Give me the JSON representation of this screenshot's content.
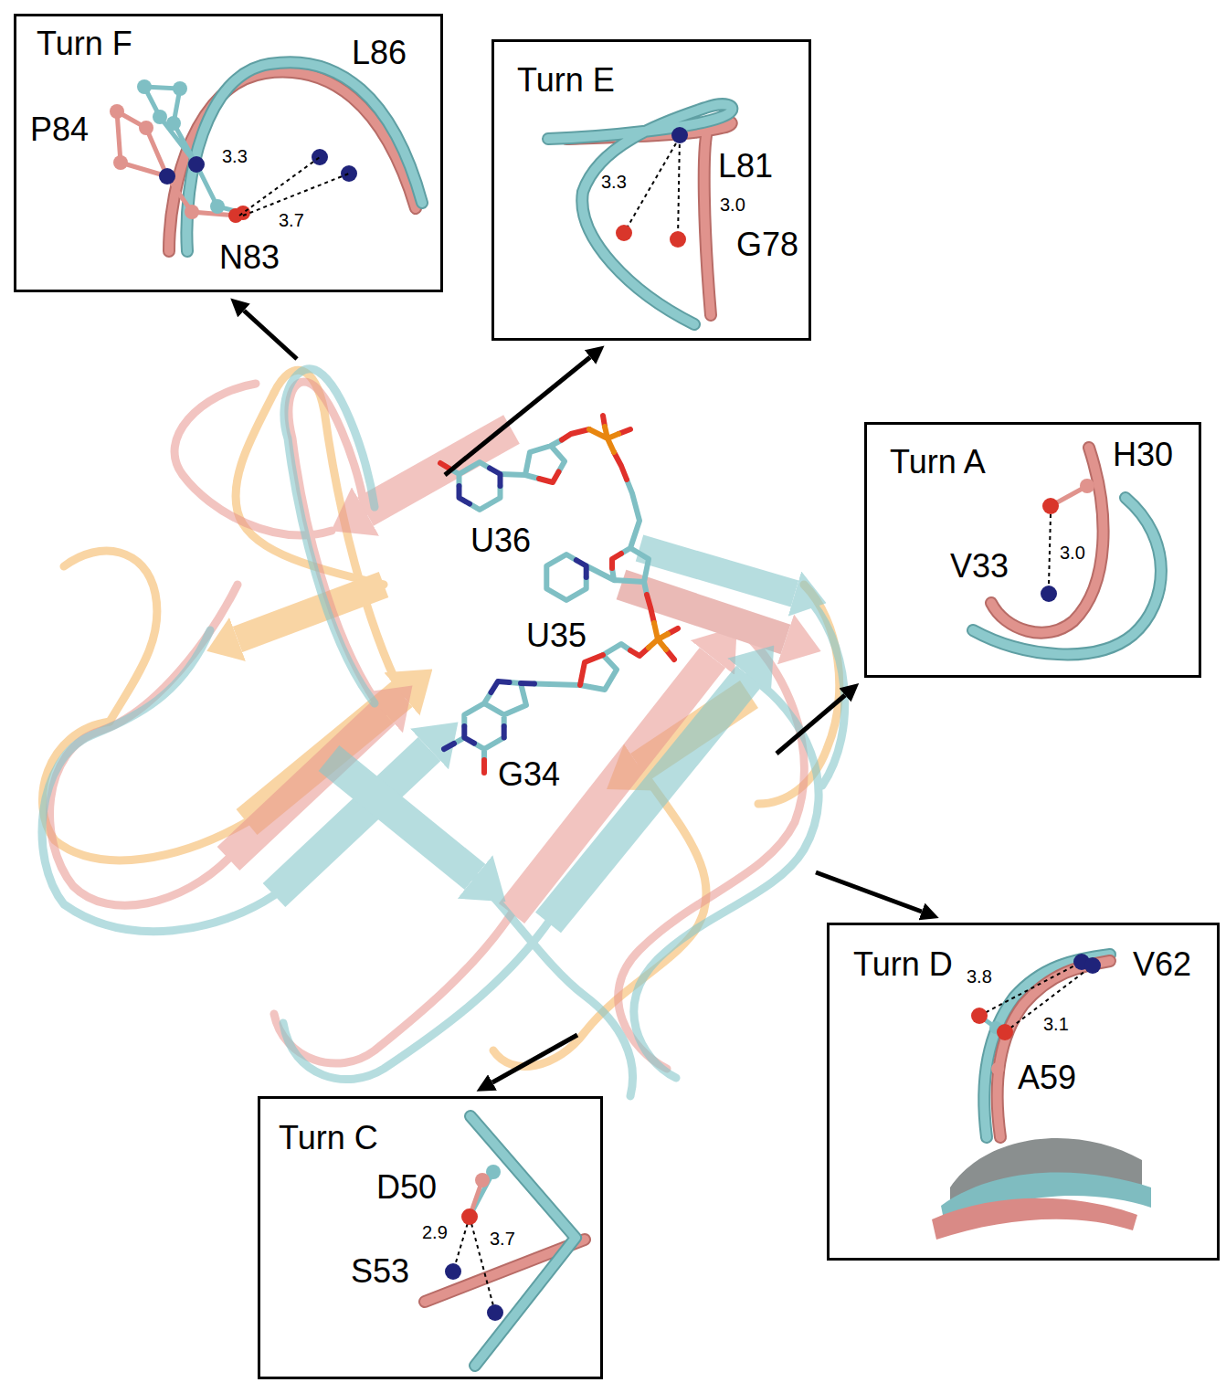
{
  "diagram": {
    "nodes": [
      {
        "text": [
          "Turn F",
          "P84",
          "L86",
          "3.3",
          "3.7",
          "N83"
        ]
      },
      {
        "text": [
          "Turn E",
          "L81",
          "3.3",
          "3.0",
          "G78"
        ]
      },
      {
        "text": [
          "Turn A",
          "H30",
          "3.0",
          "V33"
        ]
      },
      {
        "text": [
          "Turn D",
          "V62",
          "3.8",
          "3.1",
          "A59"
        ]
      },
      {
        "text": [
          "Turn C",
          "D50",
          "2.9",
          "3.7",
          "S53"
        ]
      }
    ],
    "labels": [
      "U36",
      "U35",
      "G34"
    ]
  }
}
